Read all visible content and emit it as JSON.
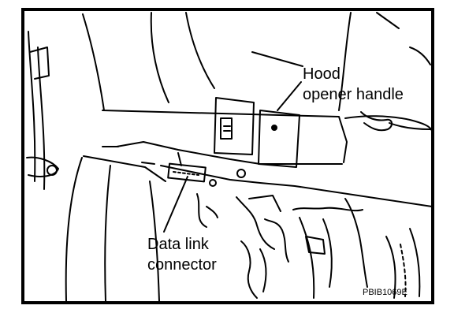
{
  "labels": {
    "hood_line1": "Hood",
    "hood_line2": "opener handle",
    "dlc_line1": "Data link",
    "dlc_line2": "connector"
  },
  "figure_code": "PBIB1069E"
}
